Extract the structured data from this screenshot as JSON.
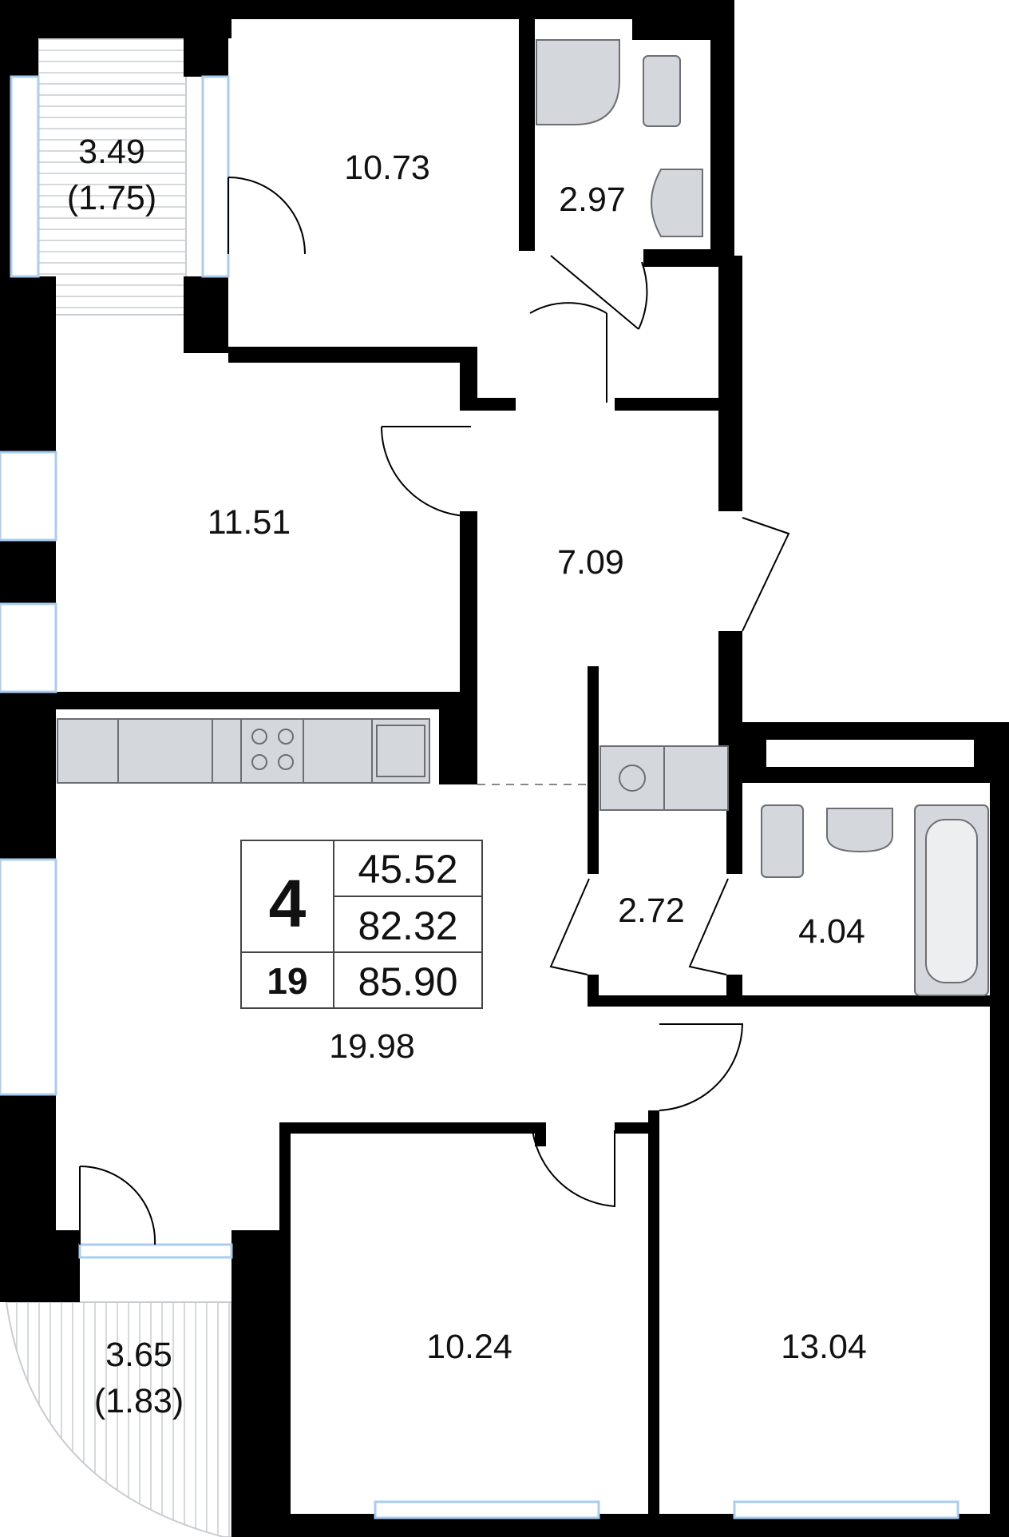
{
  "plan": {
    "rooms_count": "4",
    "floor": "19",
    "living_area": "45.52",
    "total_area": "82.32",
    "total_area_with_balconies": "85.90"
  },
  "rooms": {
    "balcony_top": {
      "area": "3.49",
      "reduced": "(1.75)"
    },
    "bedroom_top": "10.73",
    "bathroom_top": "2.97",
    "bedroom_left": "11.51",
    "hallway": "7.09",
    "kitchen_living": "19.98",
    "laundry": "2.72",
    "bathroom_right": "4.04",
    "bedroom_bottom_left": "10.24",
    "bedroom_bottom_right": "13.04",
    "balcony_bottom": {
      "area": "3.65",
      "reduced": "(1.83)"
    }
  },
  "colors": {
    "wall": "#000000",
    "window": "#a9cdf0",
    "fixture_fill": "#d4d7db",
    "fixture_stroke": "#6b6f75",
    "text": "#111111"
  }
}
